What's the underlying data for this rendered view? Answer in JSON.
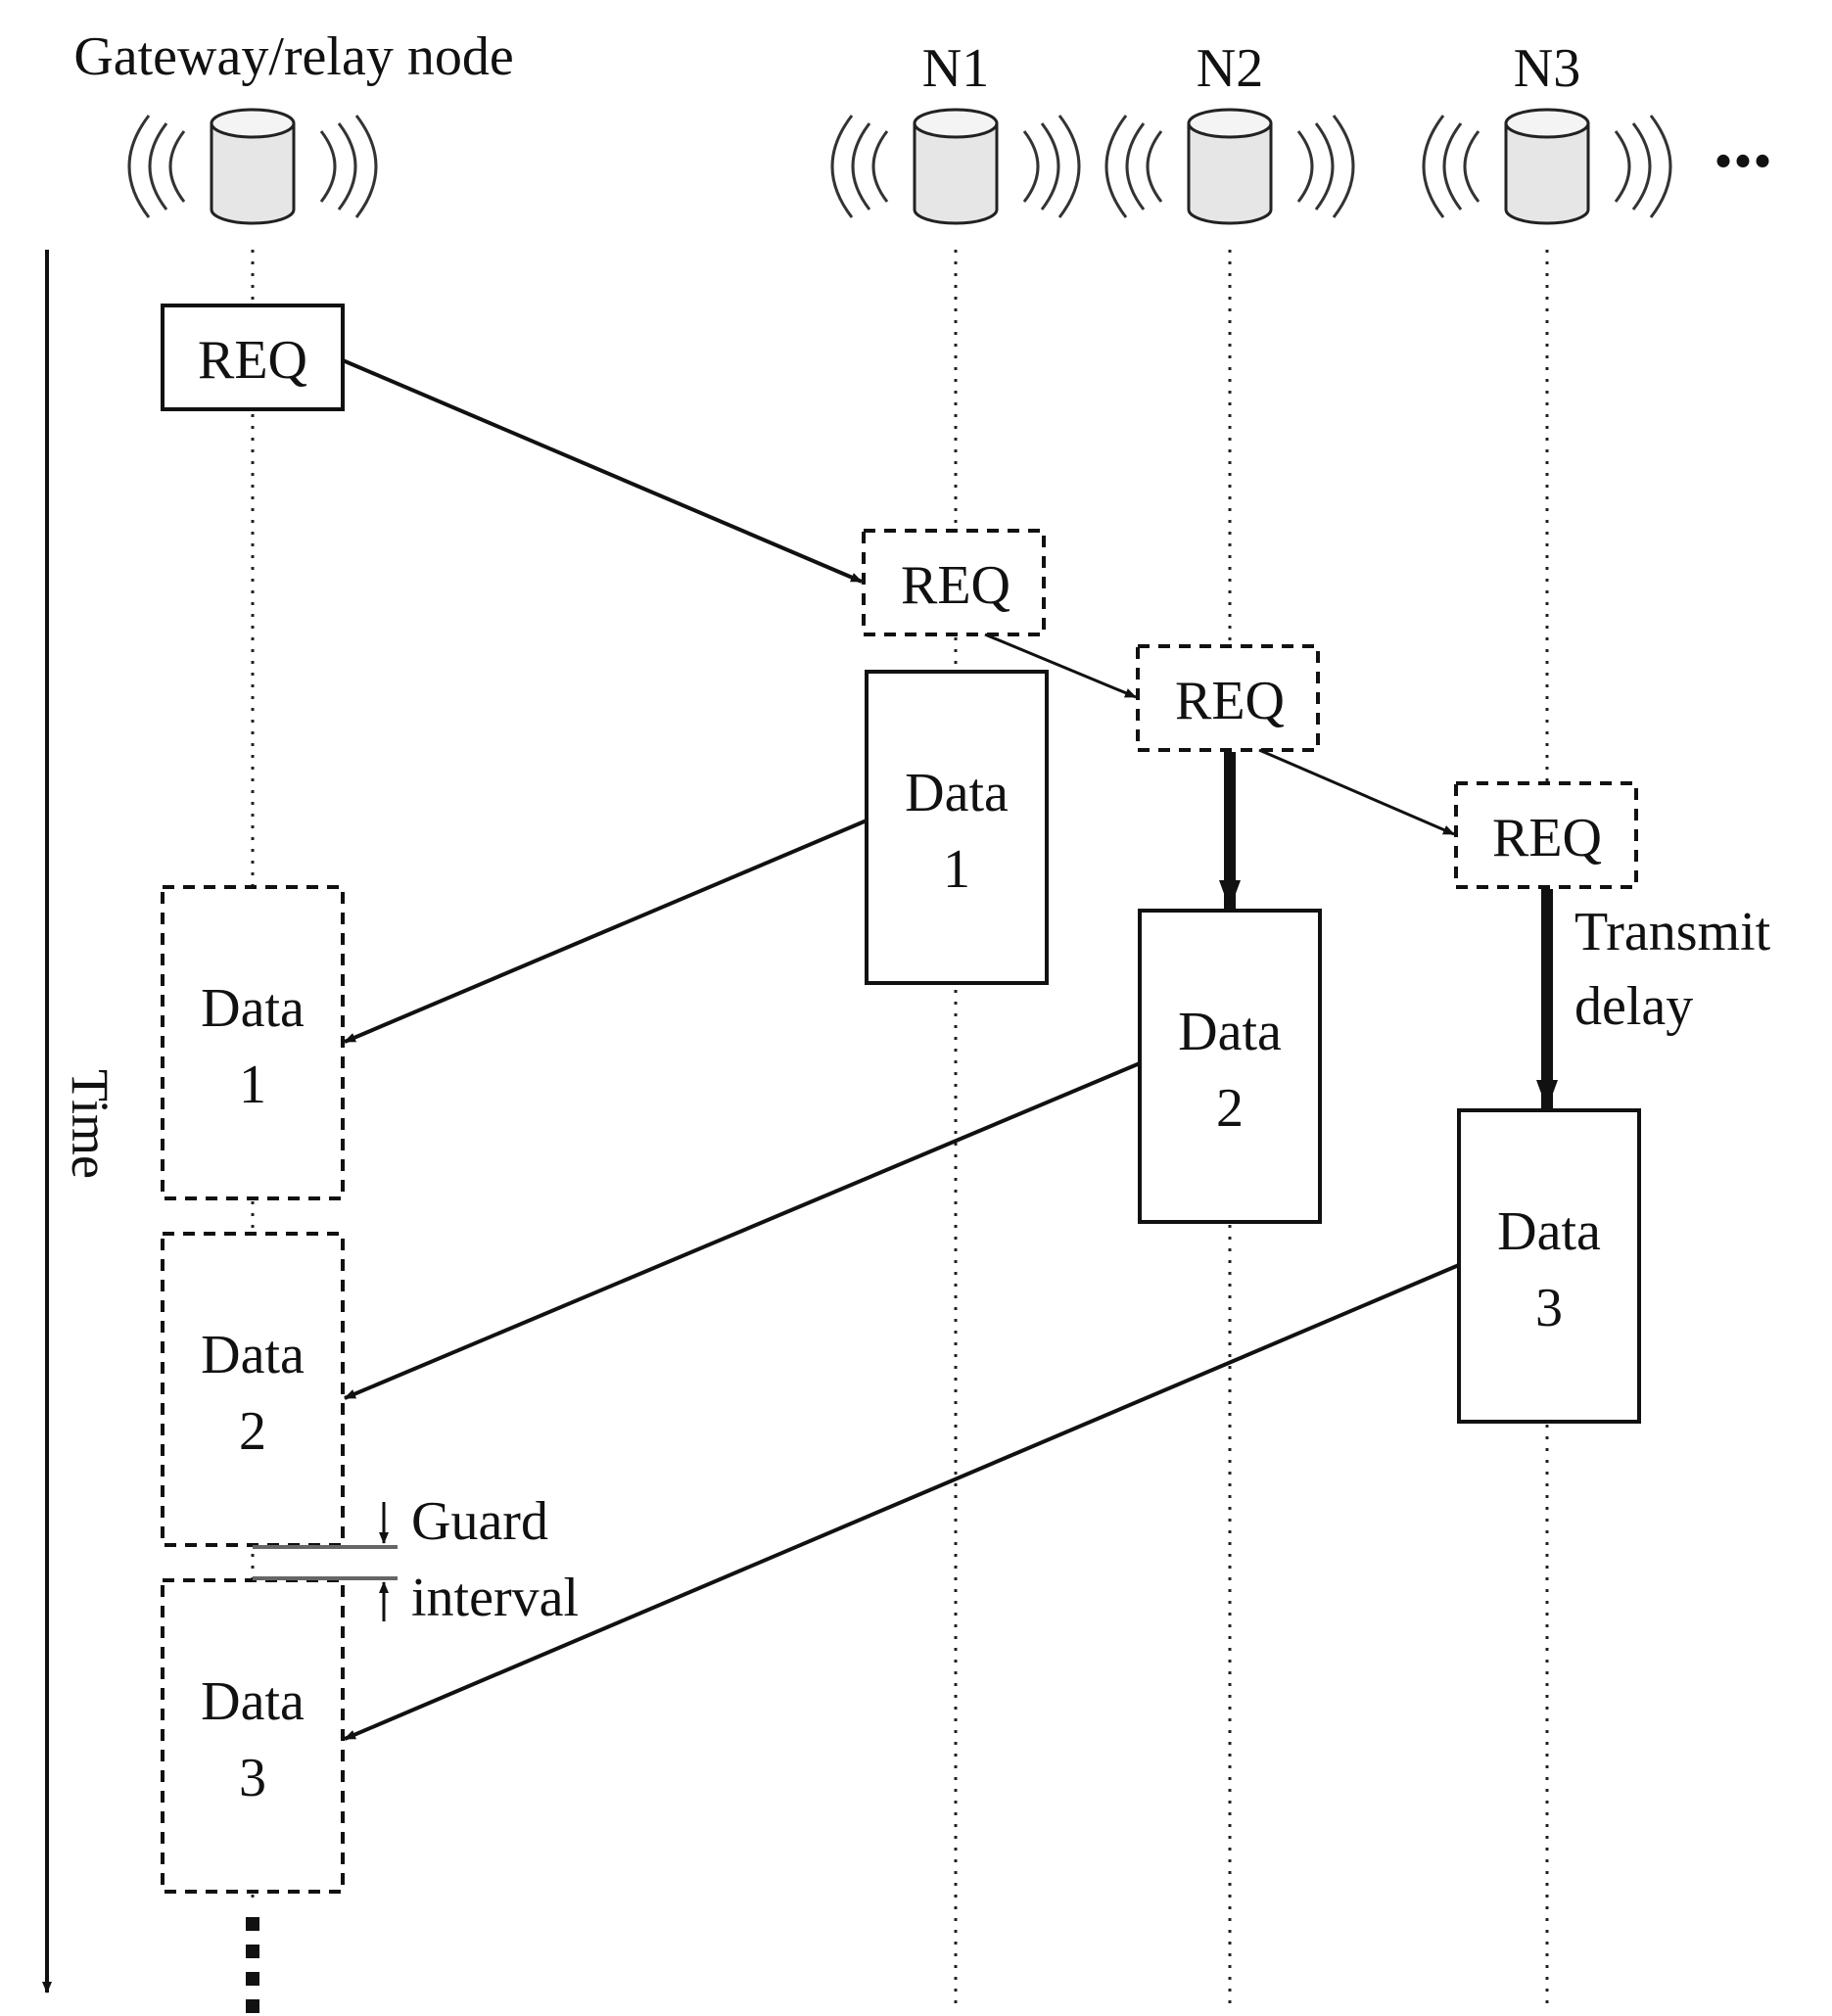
{
  "nodes": [
    {
      "key": "gw",
      "label": "Gateway/relay node"
    },
    {
      "key": "n1",
      "label": "N1"
    },
    {
      "key": "n2",
      "label": "N2"
    },
    {
      "key": "n3",
      "label": "N3"
    }
  ],
  "more_nodes": "...",
  "time_label": "Time",
  "messages": {
    "req_gw": "REQ",
    "req_n1": "REQ",
    "req_n2": "REQ",
    "req_n3": "REQ",
    "data1_n1": [
      "Data",
      "1"
    ],
    "data2_n2": [
      "Data",
      "2"
    ],
    "data3_n3": [
      "Data",
      "3"
    ],
    "data1_gw": [
      "Data",
      "1"
    ],
    "data2_gw": [
      "Data",
      "2"
    ],
    "data3_gw": [
      "Data",
      "3"
    ]
  },
  "annotations": {
    "transmit_delay": [
      "Transmit",
      "delay"
    ],
    "guard_interval": [
      "Guard",
      "interval"
    ]
  },
  "colors": {
    "line": "#111111",
    "cylinder_fill": "#e6e6e6",
    "guard_line": "#666666"
  }
}
